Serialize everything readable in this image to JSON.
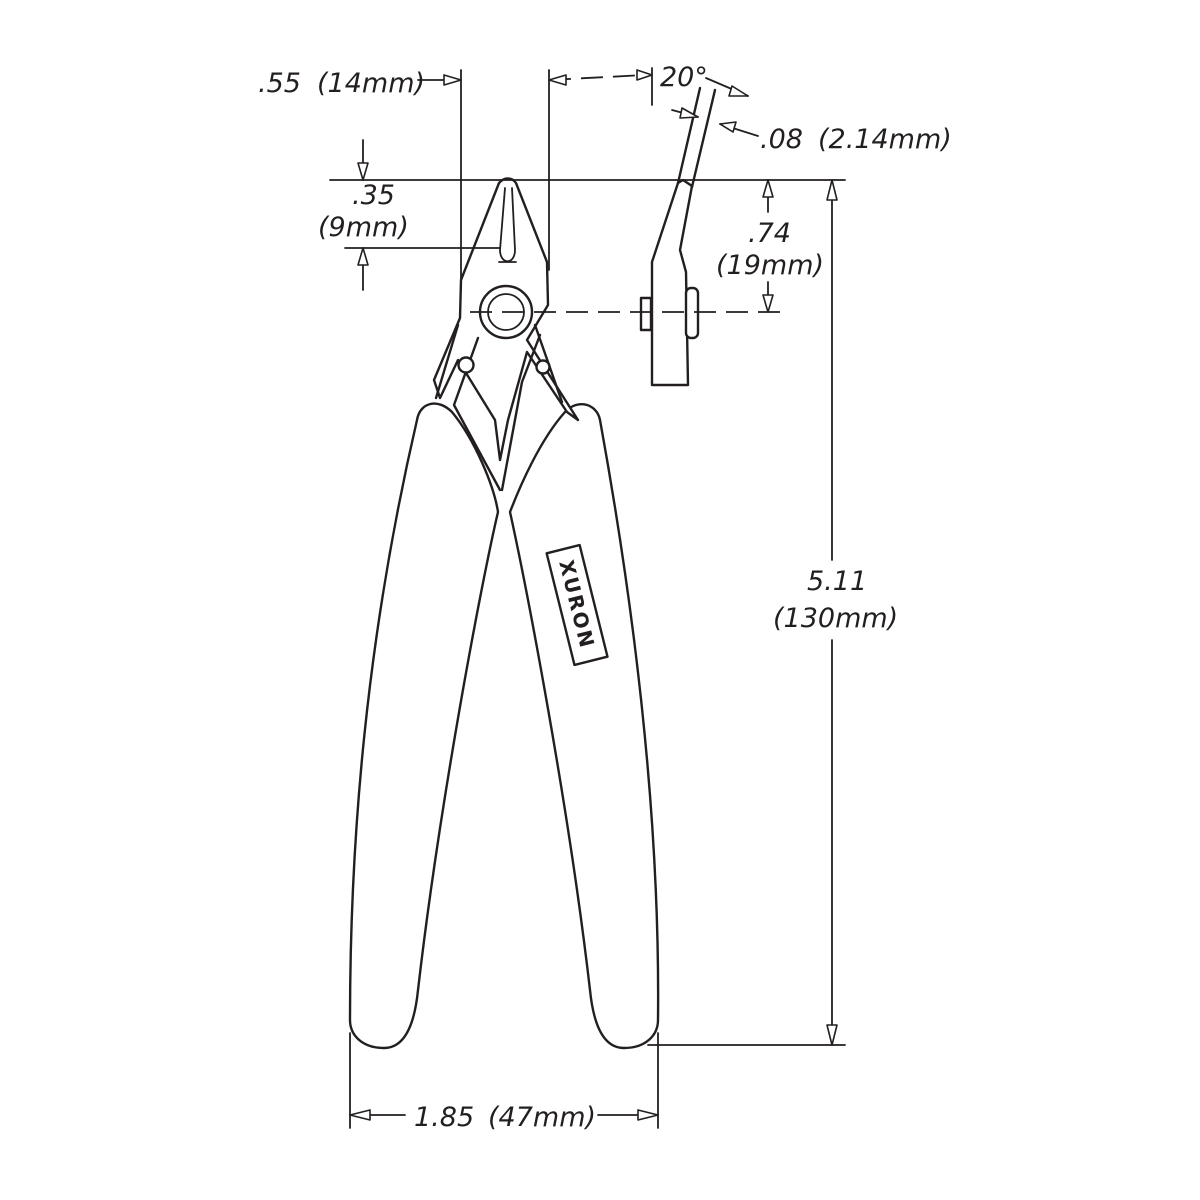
{
  "dimensions": {
    "jaw_width": {
      "value": ".55",
      "metric": "(14mm)"
    },
    "tip_angle": {
      "value": "20°"
    },
    "tip_thickness": {
      "value": ".08",
      "metric": "(2.14mm)"
    },
    "cut_length": {
      "value": ".35",
      "metric": "(9mm)"
    },
    "head_length": {
      "value": ".74",
      "metric": "(19mm)"
    },
    "overall_length": {
      "value": "5.11",
      "metric": "(130mm)"
    },
    "handle_span": {
      "value": "1.85",
      "metric": "(47mm)"
    }
  },
  "colors": {
    "line": "#231f20",
    "background": "#ffffff"
  },
  "logo": {
    "text": "XURON"
  }
}
